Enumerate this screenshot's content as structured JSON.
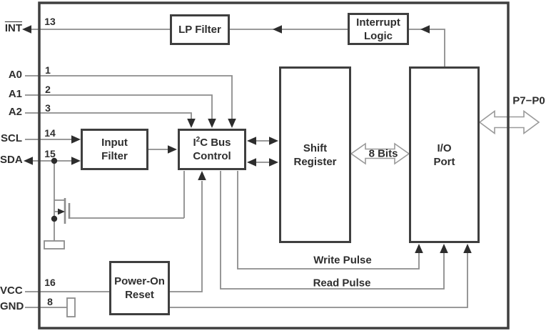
{
  "pins_left": [
    {
      "name": "INT",
      "number": "13",
      "overline": true
    },
    {
      "name": "A0",
      "number": "1"
    },
    {
      "name": "A1",
      "number": "2"
    },
    {
      "name": "A2",
      "number": "3"
    },
    {
      "name": "SCL",
      "number": "14"
    },
    {
      "name": "SDA",
      "number": "15"
    },
    {
      "name": "VCC",
      "number": "16"
    },
    {
      "name": "GND",
      "number": "8"
    }
  ],
  "pins_right": [
    {
      "name": "P7−P0"
    }
  ],
  "blocks": {
    "lp_filter": {
      "label": "LP Filter"
    },
    "interrupt_logic": {
      "line1": "Interrupt",
      "line2": "Logic"
    },
    "input_filter": {
      "line1": "Input",
      "line2": "Filter"
    },
    "i2c_bus_control": {
      "base": "I",
      "sup": "2",
      "rest": "C Bus",
      "line2": "Control"
    },
    "shift_register": {
      "line1": "Shift",
      "line2": "Register"
    },
    "io_port": {
      "line1": "I/O",
      "line2": "Port"
    },
    "power_on_reset": {
      "line1": "Power-On",
      "line2": "Reset"
    }
  },
  "bus_labels": {
    "shift_to_io": "8 Bits"
  },
  "signal_labels": {
    "write_pulse": "Write Pulse",
    "read_pulse": "Read Pulse"
  },
  "colors": {
    "line": "#8c8c8c",
    "block_border": "#3f3f3f",
    "text": "#2e2e2e",
    "arrowhead": "#2d2d2d"
  }
}
